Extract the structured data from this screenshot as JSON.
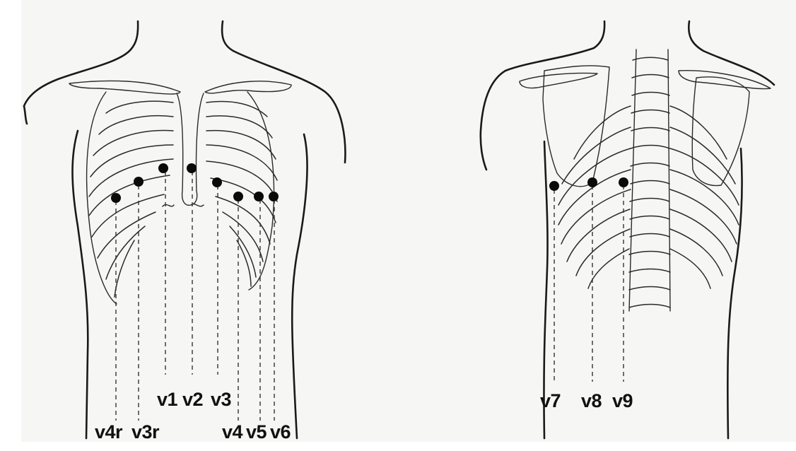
{
  "figure": {
    "anterior": {
      "leads": [
        {
          "id": "v4r",
          "label": "v4r"
        },
        {
          "id": "v3r",
          "label": "v3r"
        },
        {
          "id": "v1",
          "label": "v1"
        },
        {
          "id": "v2",
          "label": "v2"
        },
        {
          "id": "v3",
          "label": "v3"
        },
        {
          "id": "v4",
          "label": "v4"
        },
        {
          "id": "v5",
          "label": "v5"
        },
        {
          "id": "v6",
          "label": "v6"
        }
      ]
    },
    "posterior": {
      "leads": [
        {
          "id": "v7",
          "label": "v7"
        },
        {
          "id": "v8",
          "label": "v8"
        },
        {
          "id": "v9",
          "label": "v9"
        }
      ]
    },
    "colors": {
      "ink": "#111111",
      "background": "#ffffff",
      "page_tint": "#f5f5f3"
    }
  }
}
